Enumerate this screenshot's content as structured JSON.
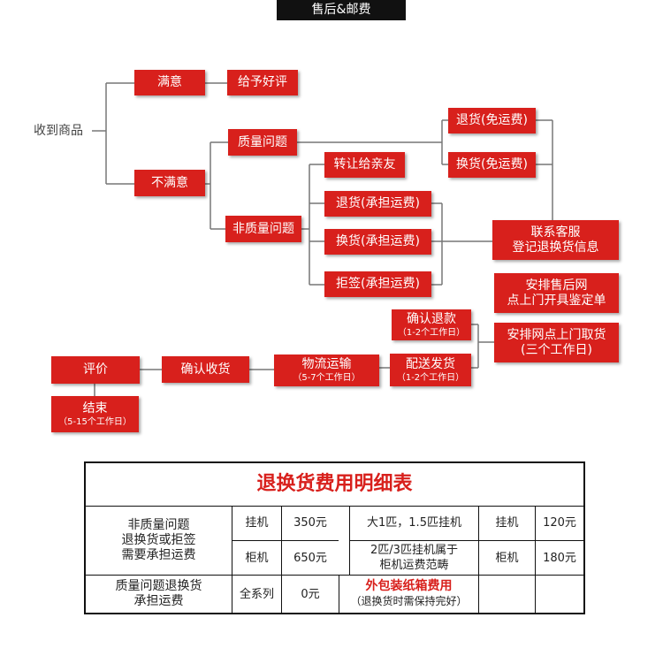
{
  "banner": "售后&邮费",
  "flow": {
    "received": "收到商品",
    "satisfied": "满意",
    "give_review": "给予好评",
    "unsatisfied": "不满意",
    "quality_issue": "质量问题",
    "return_free": "退货(免运费)",
    "exchange_free": "换货(免运费)",
    "non_quality_issue": "非质量问题",
    "transfer": "转让给亲友",
    "return_paid": "退货(承担运费)",
    "exchange_paid": "换货(承担运费)",
    "reject_paid": "拒签(承担运费)",
    "contact_cs_line1": "联系客服",
    "contact_cs_line2": "登记退换货信息",
    "arrange_line1": "安排售后网",
    "arrange_line2": "点上门开具鉴定单",
    "pickup_line1": "安排网点上门取货",
    "pickup_line2": "(三个工作日)",
    "refund": "确认退款",
    "refund_days": "（1-2个工作日）",
    "ship": "配送发货",
    "ship_days": "（1-2个工作日）",
    "logistics": "物流运输",
    "logistics_days": "（5-7个工作日）",
    "confirm_receipt": "确认收货",
    "review": "评价",
    "end": "结束",
    "end_days": "（5-15个工作日）"
  },
  "table": {
    "title": "退换货费用明细表",
    "non_quality_l1": "非质量问题",
    "non_quality_l2": "退换货或拒签",
    "non_quality_l3": "需要承担运费",
    "quality_l1": "质量问题退换货",
    "quality_l2": "承担运费",
    "wall": "挂机",
    "wall_price": "350元",
    "cabinet": "柜机",
    "cabinet_price": "650元",
    "all_series": "全系列",
    "zero": "0元",
    "big_wall": "大1匹，1.5匹挂机",
    "wall2": "挂机",
    "wall2_price": "120元",
    "two_three_l1": "2匹/3匹挂机属于",
    "two_three_l2": "柜机运费范畴",
    "cabinet2": "柜机",
    "cabinet2_price": "180元",
    "packaging": "外包装纸箱费用",
    "packaging_note": "（退换货时需保持完好）"
  },
  "colors": {
    "accent": "#d8201c",
    "line": "#777777",
    "banner": "#111111"
  }
}
